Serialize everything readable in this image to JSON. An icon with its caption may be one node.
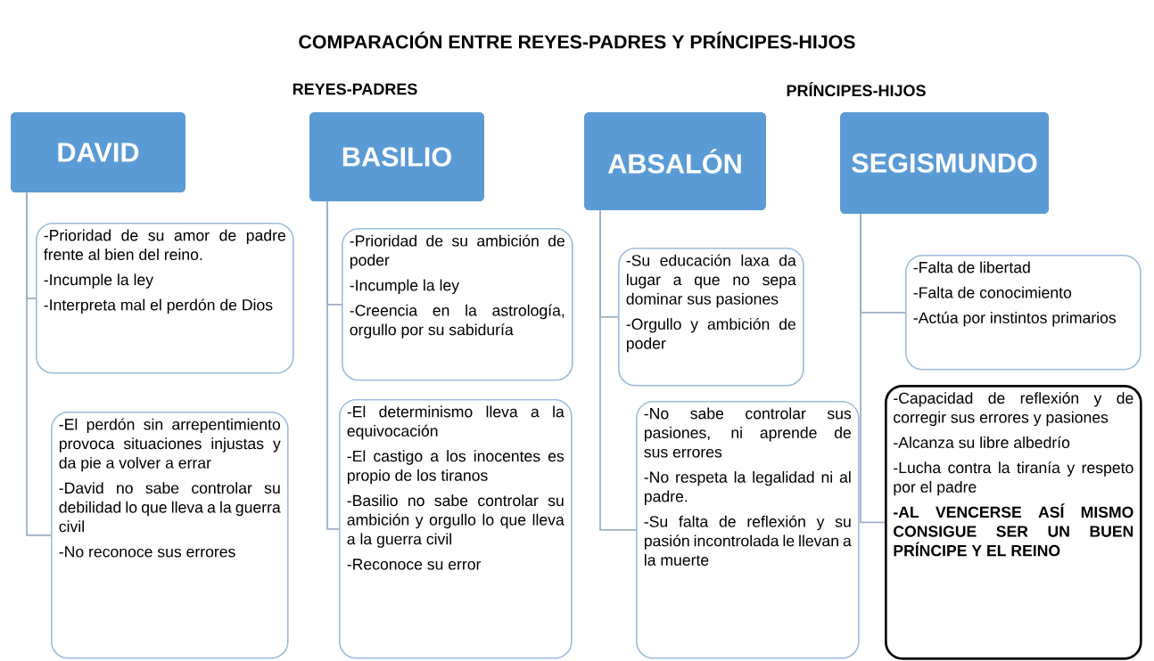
{
  "diagram": {
    "title": "COMPARACIÓN ENTRE REYES-PADRES Y PRÍNCIPES-HIJOS",
    "nodes": [
      {
        "text": [
          "DAVID"
        ]
      },
      {
        "text": [
          "BASILIO"
        ]
      },
      {
        "text": [
          "ABSALÓN"
        ]
      },
      {
        "text": [
          "SEGISMUNDO"
        ]
      },
      {
        "text": [
          "-Prioridad de su amor de padre frente al bien del reino.",
          "-Incumple la ley",
          "-Interpreta mal el perdón de Dios"
        ]
      },
      {
        "text": [
          "-El perdón sin arrepentimiento provoca situaciones injustas y da pie a volver a errar",
          "-David no sabe controlar su debilidad lo que lleva a la guerra civil",
          "-No reconoce sus errores"
        ]
      },
      {
        "text": [
          "-Prioridad de su ambición de poder",
          "-Incumple la ley",
          "-Creencia en la astrología, orgullo por su sabiduría"
        ]
      },
      {
        "text": [
          "-El determinismo lleva a la equivocación",
          "-El castigo a los inocentes es propio de los tiranos",
          "-Basilio no sabe controlar su ambición y orgullo lo que lleva a la guerra civil",
          "-Reconoce su error"
        ]
      },
      {
        "text": [
          "-Su educación laxa da lugar a que no sepa dominar sus pasiones",
          "-Orgullo y ambición de poder"
        ]
      },
      {
        "text": [
          "-No sabe controlar sus pasiones, ni aprende de sus errores",
          "-No respeta la legalidad ni al padre.",
          "-Su falta de reflexión y su pasión incontrolada le llevan a la muerte"
        ]
      },
      {
        "text": [
          "-Falta de libertad",
          "-Falta de conocimiento",
          "-Actúa por instintos primarios"
        ]
      },
      {
        "text": [
          "-Capacidad de reflexión y de corregir sus errores y pasiones",
          "-Alcanza su libre albedrío",
          "-Lucha contra la tiranía y respeto por el padre",
          "-AL VENCERSE ASÍ MISMO CONSIGUE SER UN BUEN PRÍNCIPE Y EL REINO"
        ]
      }
    ],
    "edges": [
      {
        "from": 0,
        "to": 4,
        "arrow": "none"
      },
      {
        "from": 0,
        "to": 5,
        "arrow": "none"
      },
      {
        "from": 1,
        "to": 6,
        "arrow": "none"
      },
      {
        "from": 1,
        "to": 7,
        "arrow": "none"
      },
      {
        "from": 2,
        "to": 8,
        "arrow": "none"
      },
      {
        "from": 2,
        "to": 9,
        "arrow": "none"
      },
      {
        "from": 3,
        "to": 10,
        "arrow": "none"
      },
      {
        "from": 3,
        "to": 11,
        "arrow": "none"
      }
    ],
    "labels": [
      "REYES-PADRES",
      "PRÍNCIPES-HIJOS"
    ]
  }
}
